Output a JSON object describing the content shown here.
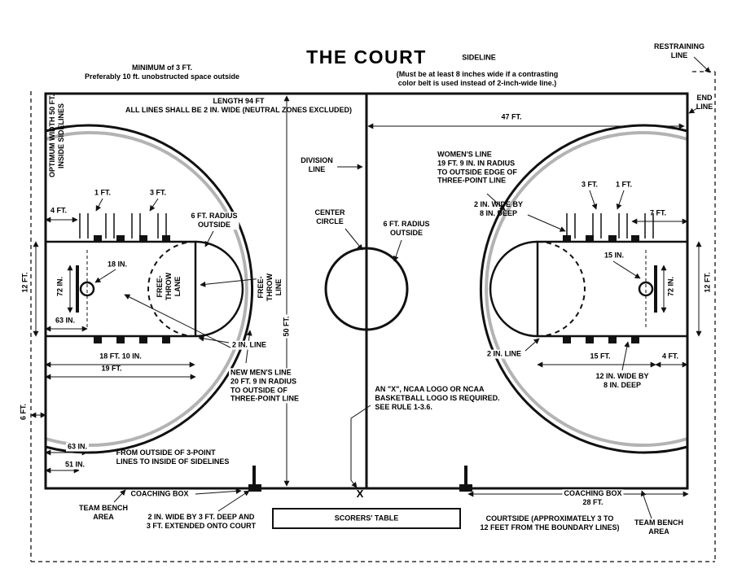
{
  "title": "THE COURT",
  "colors": {
    "line": "#000000",
    "womens_line": "#b3b3b3",
    "background": "#ffffff"
  },
  "labels": {
    "min_3ft": "MINIMUM of 3 FT.\nPreferably 10 ft. unobstructed space outside",
    "sideline": "SIDELINE",
    "sideline_note": "(Must be at least 8 inches wide if a contrasting\ncolor belt is used instead of 2-inch-wide line.)",
    "restraining_line": "RESTRAINING\nLINE",
    "end_line": "END\nLINE",
    "length_94": "LENGTH 94 FT\nALL LINES SHALL BE 2 IN. WIDE (NEUTRAL ZONES EXCLUDED)",
    "dim_47ft": "47 FT.",
    "optimum_width": "OPTIMUM WIDTH 50 FT.\nINSIDE SIDELINES",
    "division_line": "DIVISION\nLINE",
    "center_circle": "CENTER\nCIRCLE",
    "radius_6ft_center": "6 FT. RADIUS\nOUTSIDE",
    "radius_6ft_left": "6 FT. RADIUS\nOUTSIDE",
    "womens_line": "WOMEN'S  LINE\n19 FT. 9 IN. IN RADIUS\nTO OUTSIDE EDGE OF\nTHREE-POINT LINE",
    "dim_4ft_left": "4 FT.",
    "dim_1ft_left": "1 FT.",
    "dim_3ft_left": "3 FT.",
    "dim_3ft_right": "3 FT.",
    "dim_1ft_right": "1 FT.",
    "wide_2in_8in": "2 IN. WIDE BY\n8 IN. DEEP",
    "dim_7ft": "7 FT.",
    "dim_12ft_left": "12 FT.",
    "dim_12ft_right": "12 FT.",
    "dim_18in": "18 IN.",
    "dim_72in_left": "72 IN.",
    "dim_72in_right": "72 IN.",
    "dim_15in": "15 IN.",
    "free_throw_lane": "FREE-\nTHROW\nLANE",
    "free_throw_line": "FREE-\nTHROW\nLINE",
    "dim_50ft": "50 FT.",
    "dim_63in_hoop": "63 IN.",
    "line_2in_left": "2 IN. LINE",
    "line_2in_right": "2 IN. LINE",
    "dim_18ft_10in": "18 FT. 10 IN.",
    "dim_19ft": "19 FT.",
    "new_mens_line": "NEW MEN'S LINE\n20 FT. 9 IN RADIUS\nTO OUTSIDE OF\nTHREE-POINT LINE",
    "dim_15ft": "15 FT.",
    "dim_4ft_right": "4 FT.",
    "wide_12in_8in": "12 IN. WIDE BY\n8 IN. DEEP",
    "x_required": "AN \"X\", NCAA LOGO OR NCAA\nBASKETBALL LOGO IS REQUIRED.\nSEE RULE 1-3.6.",
    "dim_6ft": "6 FT.",
    "dim_63in_bottom": "63 IN.",
    "dim_51in_bottom": "51 IN.",
    "from_outside": "FROM OUTSIDE OF 3-POINT\nLINES TO INSIDE OF SIDELINES",
    "coaching_box_left": "COACHING BOX",
    "team_bench_left": "TEAM BENCH\nAREA",
    "wide_2in_3ft": "2 IN. WIDE BY 3 FT. DEEP AND\n3 FT. EXTENDED ONTO COURT",
    "scorers_table": "SCORERS' TABLE",
    "x_mark": "X",
    "coaching_box_right": "COACHING BOX\n28 FT.",
    "courtside": "COURTSIDE (APPROXIMATELY 3 TO\n12 FEET FROM THE BOUNDARY LINES)",
    "team_bench_right": "TEAM BENCH\nAREA"
  }
}
